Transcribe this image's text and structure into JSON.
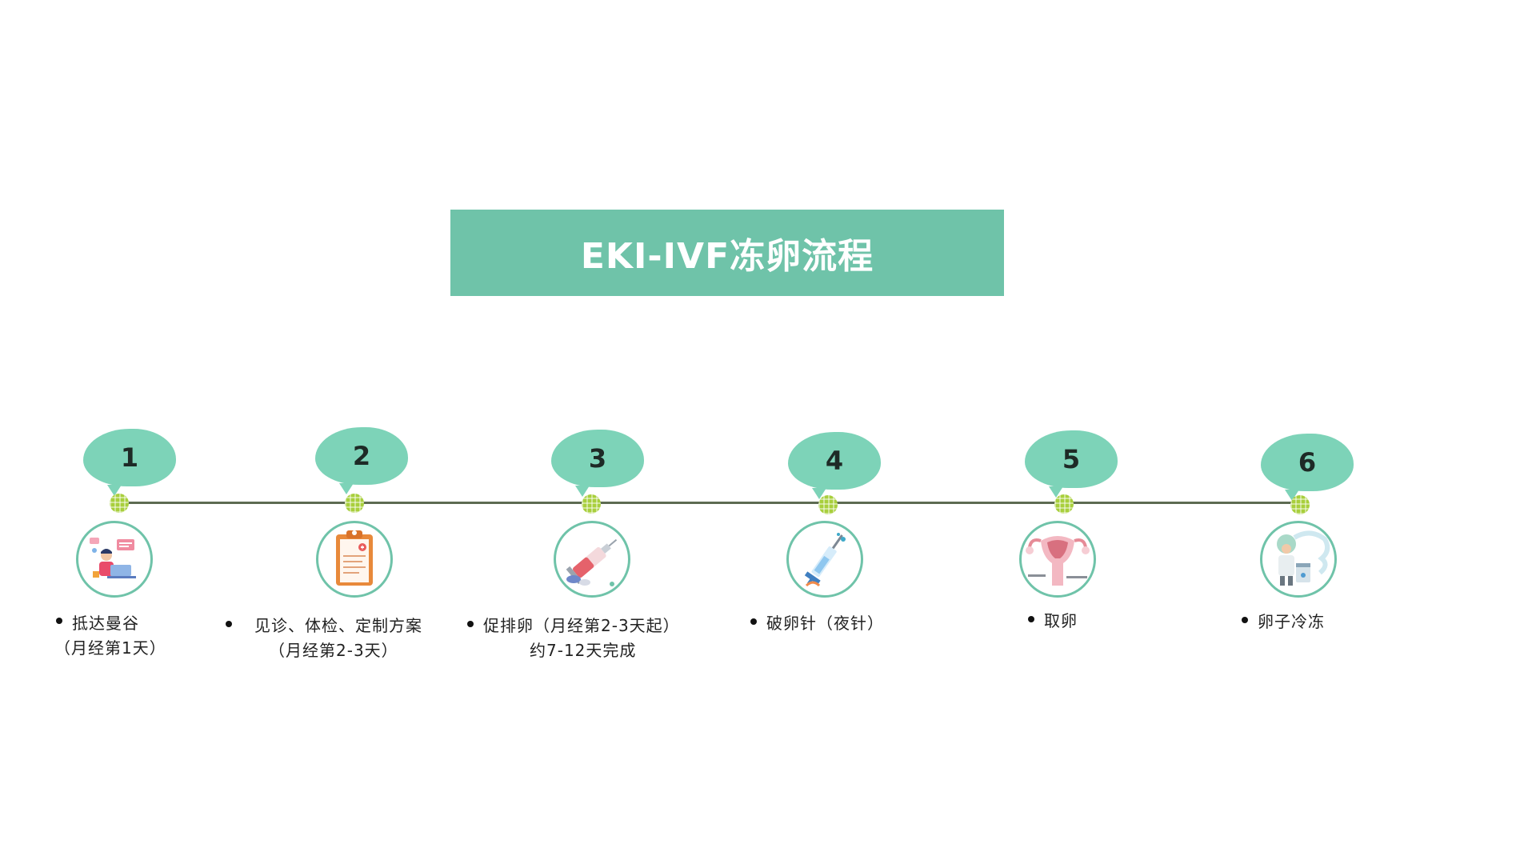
{
  "title": "EKI-IVF冻卵流程",
  "colors": {
    "banner": "#6fc3a9",
    "bubble": "#7dd3b8",
    "node": "#a8cf3c",
    "line": "#5d6b52",
    "icon_border": "#6fc3a9"
  },
  "steps": [
    {
      "number": "1",
      "icon": "person-laptop-icon",
      "label_line1": "抵达曼谷",
      "label_line2": "（月经第1天）"
    },
    {
      "number": "2",
      "icon": "clipboard-icon",
      "label_line1": "见诊、体检、定制方案",
      "label_line2": "（月经第2-3天）"
    },
    {
      "number": "3",
      "icon": "syringe-pills-icon",
      "label_line1": "促排卵（月经第2-3天起）",
      "label_line2": "约7-12天完成"
    },
    {
      "number": "4",
      "icon": "syringe-icon",
      "label_line1": "破卵针（夜针）",
      "label_line2": ""
    },
    {
      "number": "5",
      "icon": "uterus-icon",
      "label_line1": "取卵",
      "label_line2": ""
    },
    {
      "number": "6",
      "icon": "doctor-freezer-icon",
      "label_line1": "卵子冷冻",
      "label_line2": ""
    }
  ]
}
